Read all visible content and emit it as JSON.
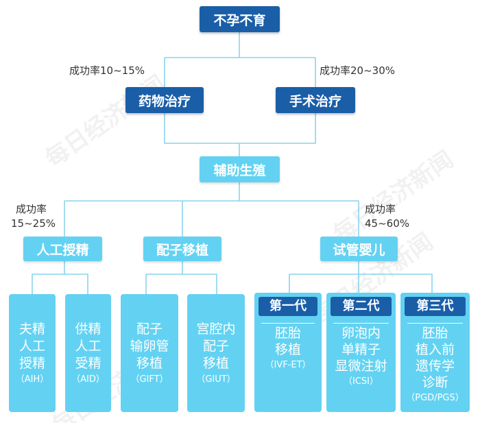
{
  "root": {
    "label": "不孕不育"
  },
  "level1": {
    "drug": {
      "label": "药物治疗",
      "rate": "成功率10~15%"
    },
    "surgery": {
      "label": "手术治疗",
      "rate": "成功率20~30%"
    }
  },
  "art": {
    "label": "辅助生殖"
  },
  "methods": {
    "ai": {
      "label": "人工授精",
      "rate_line1": "成功率",
      "rate_line2": "15~25%"
    },
    "gamete": {
      "label": "配子移植"
    },
    "ivf": {
      "label": "试管婴儿",
      "rate_line1": "成功率",
      "rate_line2": "45~60%"
    }
  },
  "leaves": {
    "aih": {
      "lines": [
        "夫精",
        "人工",
        "授精"
      ],
      "abbr": "（AIH）"
    },
    "aid": {
      "lines": [
        "供精",
        "人工",
        "受精"
      ],
      "abbr": "（AID）"
    },
    "gift": {
      "lines": [
        "配子",
        "输卵管",
        "移植"
      ],
      "abbr": "（GIFT）"
    },
    "giut": {
      "lines": [
        "宫腔内",
        "配子",
        "移植"
      ],
      "abbr": "（GIUT）"
    }
  },
  "generations": {
    "gen1": {
      "title": "第一代",
      "lines": [
        "胚胎",
        "移植"
      ],
      "abbr": "（IVF-ET）"
    },
    "gen2": {
      "title": "第二代",
      "lines": [
        "卵泡内",
        "单精子",
        "显微注射"
      ],
      "abbr": "（ICSI）"
    },
    "gen3": {
      "title": "第三代",
      "lines": [
        "胚胎",
        "植入前",
        "遗传学",
        "诊断"
      ],
      "abbr": "（PGD/PGS）"
    }
  },
  "watermark": "每日经济新闻",
  "colors": {
    "dark": "#1a5ea8",
    "light": "#63d2f2",
    "connector": "#8ad4ec"
  }
}
